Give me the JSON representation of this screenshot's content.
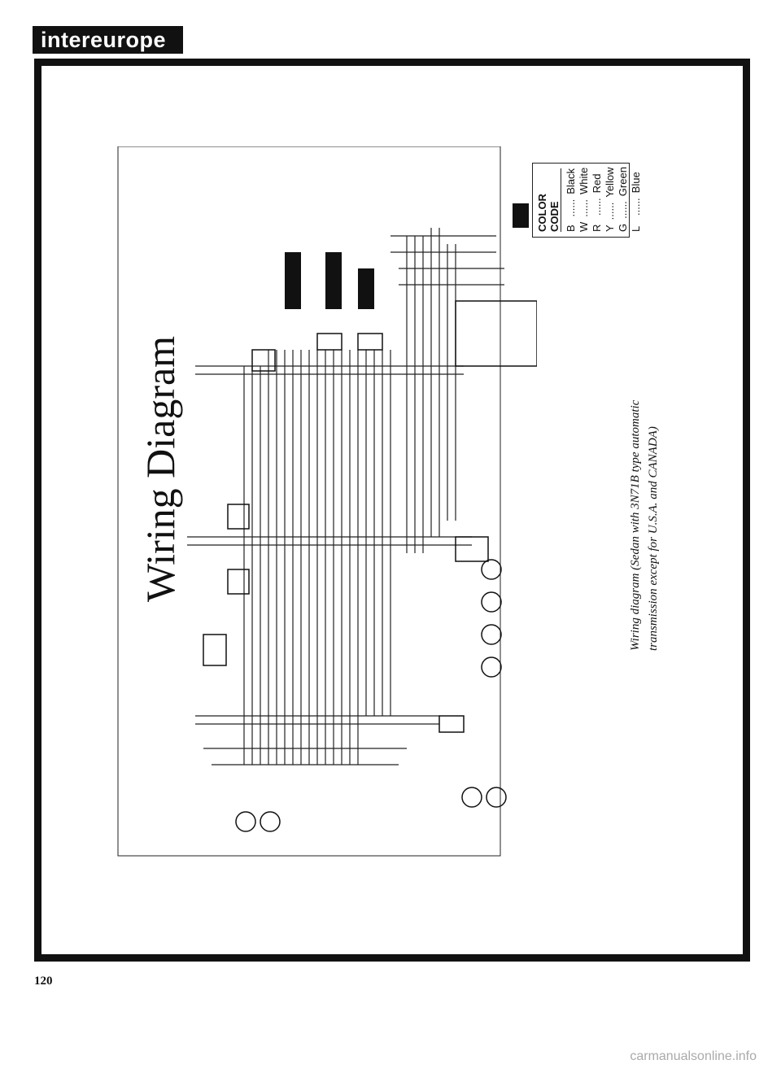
{
  "banner": {
    "brand": "intereurope"
  },
  "diagram": {
    "title": "Wiring Diagram",
    "caption_line1": "Wiring diagram (Sedan with 3N71B type automatic",
    "caption_line2": "transmission except for U.S.A. and CANADA)",
    "color_code": {
      "heading": "COLOR CODE",
      "entries": [
        {
          "code": "B",
          "name": "Black"
        },
        {
          "code": "W",
          "name": "White"
        },
        {
          "code": "R",
          "name": "Red"
        },
        {
          "code": "Y",
          "name": "Yellow"
        },
        {
          "code": "G",
          "name": "Green"
        },
        {
          "code": "L",
          "name": "Blue"
        }
      ]
    }
  },
  "page": {
    "number": "120"
  },
  "footer": {
    "watermark": "carmanualsonline.info"
  }
}
